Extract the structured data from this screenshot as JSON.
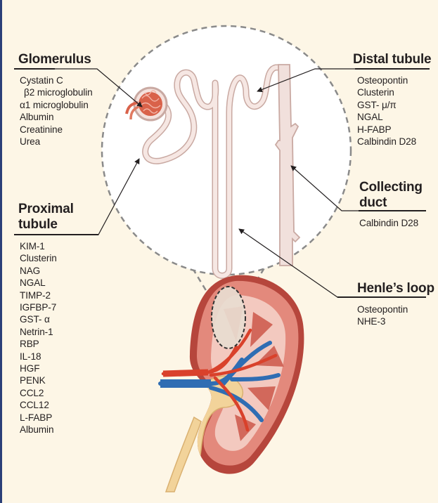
{
  "colors": {
    "background": "#fdf6e6",
    "frame": "#2b3f78",
    "circle_fill": "#ffffff",
    "dashed_outline": "#8a8a8a",
    "nephron_tubule": "#eacfc9",
    "glomerulus": "#d9624a",
    "artery": "#d9412b",
    "vein": "#2f6db3",
    "kidney_cortex": "#c95b4e"
  },
  "glomerulus": {
    "title": "Glomerulus",
    "markers": [
      "Cystatin C",
      "β2 microglobulin",
      "α1 microglobulin",
      "Albumin",
      "Creatinine",
      "Urea"
    ]
  },
  "proximal_tubule": {
    "title_line1": "Proximal",
    "title_line2": "tubule",
    "markers": [
      "KIM-1",
      "Clusterin",
      "NAG",
      "NGAL",
      "TIMP-2",
      "IGFBP-7",
      "GST- α",
      "Netrin-1",
      "RBP",
      "IL-18",
      "HGF",
      "PENK",
      "CCL2",
      "CCL12",
      "L-FABP",
      "Albumin"
    ]
  },
  "distal_tubule": {
    "title": "Distal tubule",
    "markers": [
      "Osteopontin",
      "Clusterin",
      "GST- μ/π",
      "NGAL",
      "H-FABP",
      "Calbindin D28"
    ]
  },
  "collecting_duct": {
    "title_line1": "Collecting",
    "title_line2": "duct",
    "markers": [
      "Calbindin D28"
    ]
  },
  "henles_loop": {
    "title": "Henle’s loop",
    "markers": [
      "Osteopontin",
      "NHE-3"
    ]
  }
}
